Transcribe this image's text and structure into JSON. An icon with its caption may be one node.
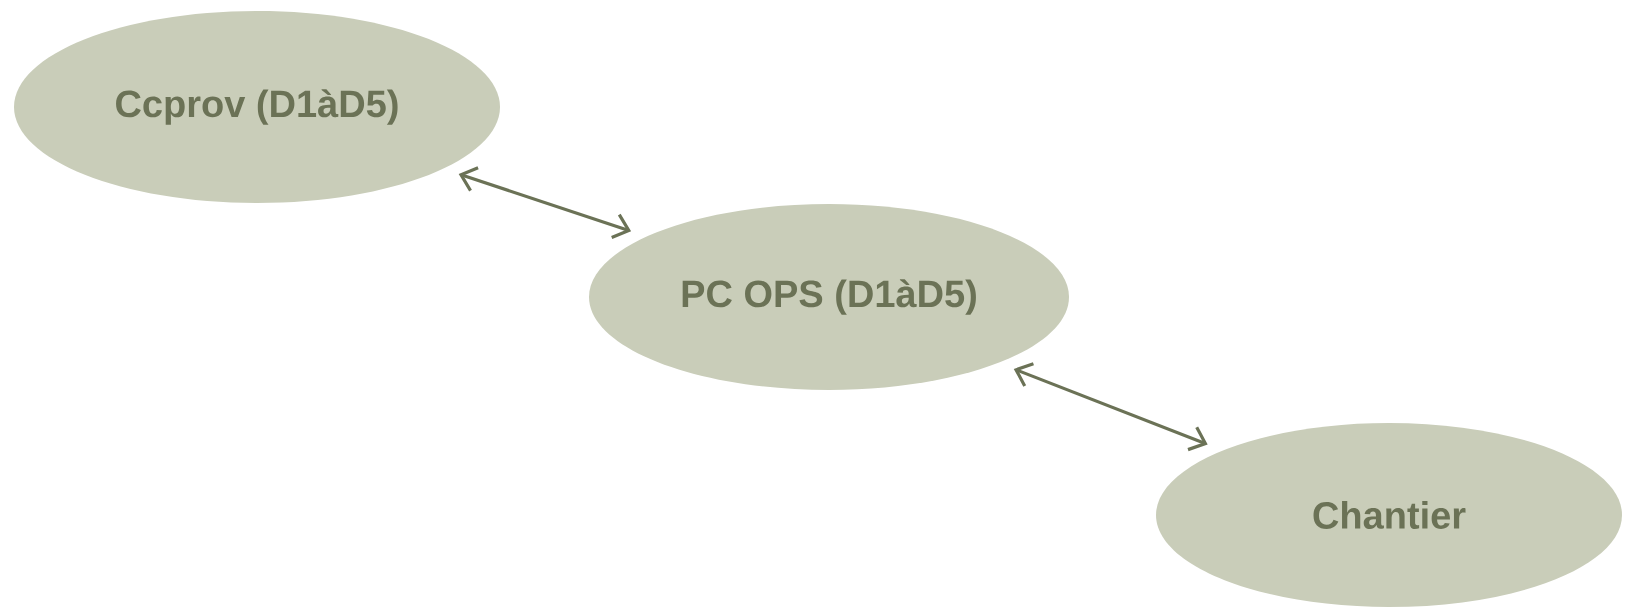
{
  "diagram": {
    "nodes": [
      {
        "text": [
          "Ccprov (D1àD5)"
        ]
      },
      {
        "text": [
          "PC OPS (D1àD5)"
        ]
      },
      {
        "text": [
          "Chantier"
        ]
      }
    ],
    "edges": [
      {
        "from": 0,
        "to": 1,
        "arrow": "both"
      },
      {
        "from": 1,
        "to": 2,
        "arrow": "both"
      }
    ]
  }
}
